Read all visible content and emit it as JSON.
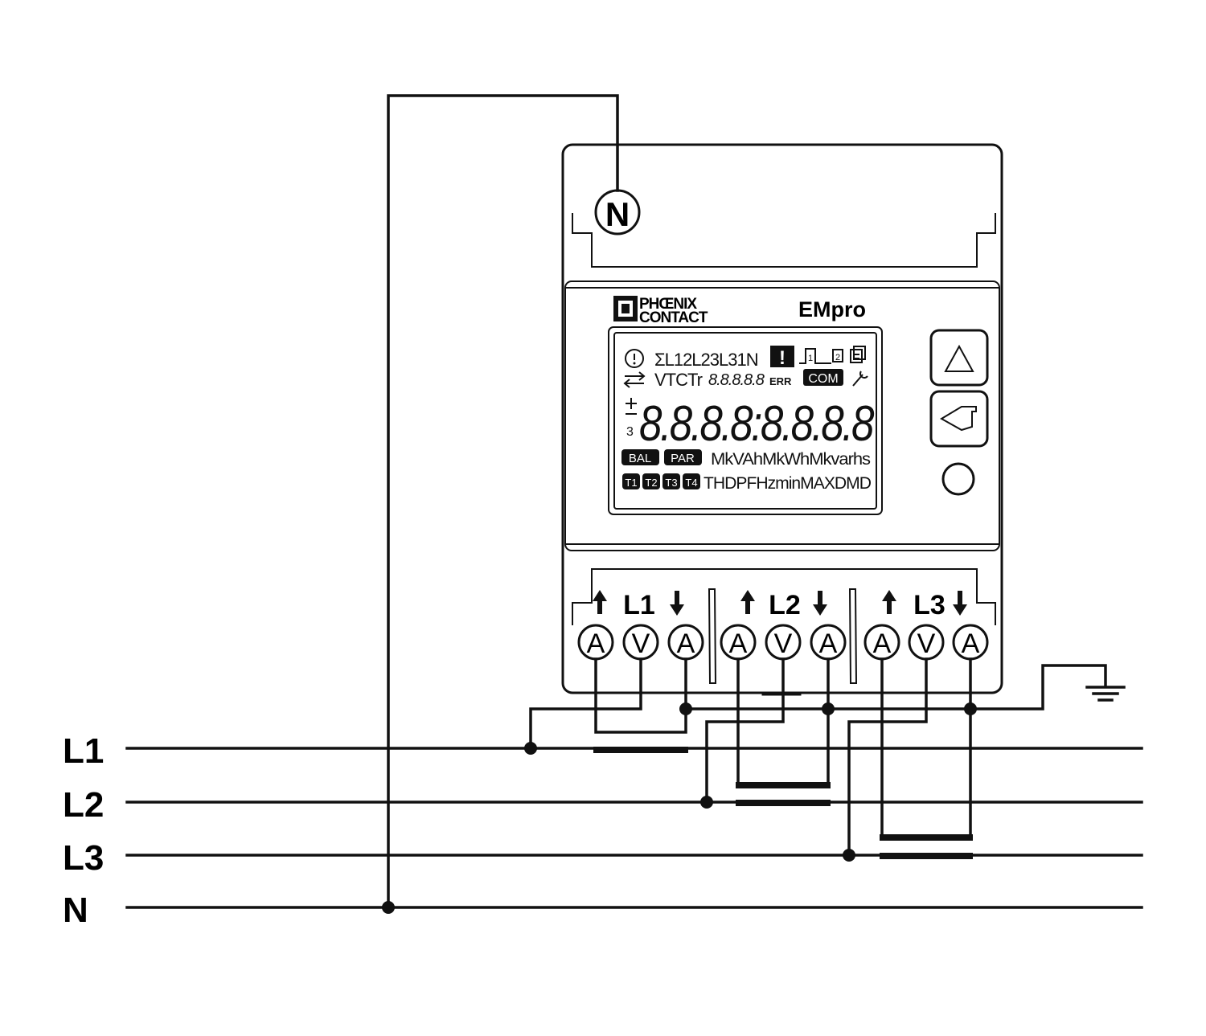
{
  "lines": [
    {
      "label": "L1"
    },
    {
      "label": "L2"
    },
    {
      "label": "L3"
    },
    {
      "label": "N"
    }
  ],
  "device": {
    "brand_line1": "PHŒNIX",
    "brand_line2": "CONTACT",
    "model": "EMpro",
    "neutral_terminal": "N",
    "lcd": {
      "row1": "ΣL12L23L31N",
      "row2_prefix": "VTCTr",
      "row2_digits": "8.8.8.8.8",
      "err": "ERR",
      "com": "COM",
      "big_digits": "8.8.8.8:8.8.8.8",
      "bal": "BAL",
      "par": "PAR",
      "units1": "MkVAhMkWhMkvarhs",
      "t1": "T1",
      "t2": "T2",
      "t3": "T3",
      "t4": "T4",
      "units2": "THDPFHzminMAXDMD",
      "tariff1": "1",
      "tariff2": "2"
    },
    "phases": [
      {
        "label": "L1",
        "terminals": [
          "A",
          "V",
          "A"
        ]
      },
      {
        "label": "L2",
        "terminals": [
          "A",
          "V",
          "A"
        ]
      },
      {
        "label": "L3",
        "terminals": [
          "A",
          "V",
          "A"
        ]
      }
    ]
  }
}
